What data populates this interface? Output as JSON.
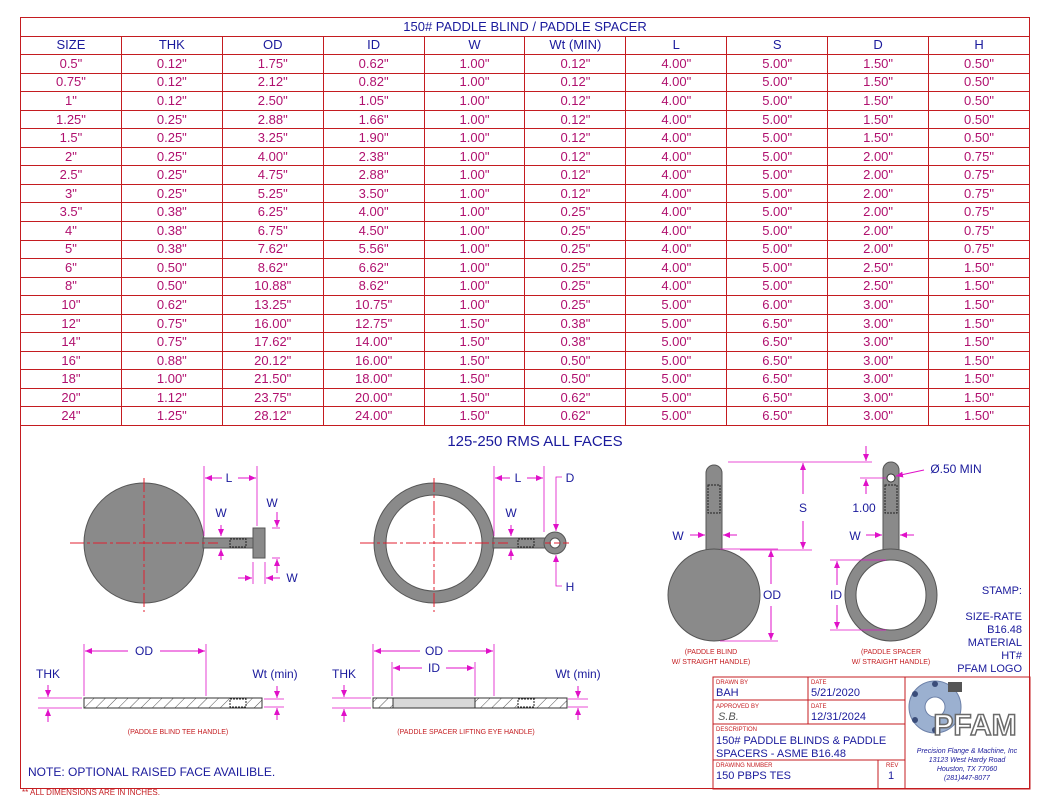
{
  "table": {
    "title": "150# PADDLE BLIND / PADDLE SPACER",
    "headers": [
      "SIZE",
      "THK",
      "OD",
      "ID",
      "W",
      "Wt (MIN)",
      "L",
      "S",
      "D",
      "H"
    ],
    "rows": [
      [
        "0.5\"",
        "0.12\"",
        "1.75\"",
        "0.62\"",
        "1.00\"",
        "0.12\"",
        "4.00\"",
        "5.00\"",
        "1.50\"",
        "0.50\""
      ],
      [
        "0.75\"",
        "0.12\"",
        "2.12\"",
        "0.82\"",
        "1.00\"",
        "0.12\"",
        "4.00\"",
        "5.00\"",
        "1.50\"",
        "0.50\""
      ],
      [
        "1\"",
        "0.12\"",
        "2.50\"",
        "1.05\"",
        "1.00\"",
        "0.12\"",
        "4.00\"",
        "5.00\"",
        "1.50\"",
        "0.50\""
      ],
      [
        "1.25\"",
        "0.25\"",
        "2.88\"",
        "1.66\"",
        "1.00\"",
        "0.12\"",
        "4.00\"",
        "5.00\"",
        "1.50\"",
        "0.50\""
      ],
      [
        "1.5\"",
        "0.25\"",
        "3.25\"",
        "1.90\"",
        "1.00\"",
        "0.12\"",
        "4.00\"",
        "5.00\"",
        "1.50\"",
        "0.50\""
      ],
      [
        "2\"",
        "0.25\"",
        "4.00\"",
        "2.38\"",
        "1.00\"",
        "0.12\"",
        "4.00\"",
        "5.00\"",
        "2.00\"",
        "0.75\""
      ],
      [
        "2.5\"",
        "0.25\"",
        "4.75\"",
        "2.88\"",
        "1.00\"",
        "0.12\"",
        "4.00\"",
        "5.00\"",
        "2.00\"",
        "0.75\""
      ],
      [
        "3\"",
        "0.25\"",
        "5.25\"",
        "3.50\"",
        "1.00\"",
        "0.12\"",
        "4.00\"",
        "5.00\"",
        "2.00\"",
        "0.75\""
      ],
      [
        "3.5\"",
        "0.38\"",
        "6.25\"",
        "4.00\"",
        "1.00\"",
        "0.25\"",
        "4.00\"",
        "5.00\"",
        "2.00\"",
        "0.75\""
      ],
      [
        "4\"",
        "0.38\"",
        "6.75\"",
        "4.50\"",
        "1.00\"",
        "0.25\"",
        "4.00\"",
        "5.00\"",
        "2.00\"",
        "0.75\""
      ],
      [
        "5\"",
        "0.38\"",
        "7.62\"",
        "5.56\"",
        "1.00\"",
        "0.25\"",
        "4.00\"",
        "5.00\"",
        "2.00\"",
        "0.75\""
      ],
      [
        "6\"",
        "0.50\"",
        "8.62\"",
        "6.62\"",
        "1.00\"",
        "0.25\"",
        "4.00\"",
        "5.00\"",
        "2.50\"",
        "1.50\""
      ],
      [
        "8\"",
        "0.50\"",
        "10.88\"",
        "8.62\"",
        "1.00\"",
        "0.25\"",
        "4.00\"",
        "5.00\"",
        "2.50\"",
        "1.50\""
      ],
      [
        "10\"",
        "0.62\"",
        "13.25\"",
        "10.75\"",
        "1.00\"",
        "0.25\"",
        "5.00\"",
        "6.00\"",
        "3.00\"",
        "1.50\""
      ],
      [
        "12\"",
        "0.75\"",
        "16.00\"",
        "12.75\"",
        "1.50\"",
        "0.38\"",
        "5.00\"",
        "6.50\"",
        "3.00\"",
        "1.50\""
      ],
      [
        "14\"",
        "0.75\"",
        "17.62\"",
        "14.00\"",
        "1.50\"",
        "0.38\"",
        "5.00\"",
        "6.50\"",
        "3.00\"",
        "1.50\""
      ],
      [
        "16\"",
        "0.88\"",
        "20.12\"",
        "16.00\"",
        "1.50\"",
        "0.50\"",
        "5.00\"",
        "6.50\"",
        "3.00\"",
        "1.50\""
      ],
      [
        "18\"",
        "1.00\"",
        "21.50\"",
        "18.00\"",
        "1.50\"",
        "0.50\"",
        "5.00\"",
        "6.50\"",
        "3.00\"",
        "1.50\""
      ],
      [
        "20\"",
        "1.12\"",
        "23.75\"",
        "20.00\"",
        "1.50\"",
        "0.62\"",
        "5.00\"",
        "6.50\"",
        "3.00\"",
        "1.50\""
      ],
      [
        "24\"",
        "1.25\"",
        "28.12\"",
        "24.00\"",
        "1.50\"",
        "0.62\"",
        "5.00\"",
        "6.50\"",
        "3.00\"",
        "1.50\""
      ]
    ]
  },
  "finish_note": "125-250 RMS ALL FACES",
  "dims": {
    "L": "L",
    "W": "W",
    "D": "D",
    "H": "H",
    "S": "S",
    "OD": "OD",
    "ID": "ID",
    "THK": "THK",
    "Wt": "Wt (min)",
    "hole": "Ø.50 MIN",
    "one": "1.00"
  },
  "captions": {
    "tee_handle": "(PADDLE BLIND TEE HANDLE)",
    "lifting_eye": "(PADDLE SPACER LIFTING EYE HANDLE)",
    "blind_straight_1": "(PADDLE BLIND",
    "blind_straight_2": "W/ STRAIGHT HANDLE)",
    "spacer_straight_1": "(PADDLE SPACER",
    "spacer_straight_2": "W/ STRAIGHT HANDLE)"
  },
  "stamp": {
    "title": "STAMP:",
    "lines": [
      "SIZE-RATE",
      "B16.48",
      "MATERIAL",
      "HT#",
      "PFAM LOGO"
    ]
  },
  "title_block": {
    "drawn_by_label": "DRAWN BY",
    "drawn_by": "BAH",
    "date_label": "DATE",
    "date1": "5/21/2020",
    "approved_label": "APPROVED BY",
    "approved": "S.B.",
    "date2": "12/31/2024",
    "desc_label": "DESCRIPTION",
    "desc1": "150# PADDLE BLINDS & PADDLE",
    "desc2": "SPACERS - ASME B16.48",
    "dwg_label": "DRAWING NUMBER",
    "dwg": "150 PBPS TES",
    "rev_label": "REV",
    "rev": "1"
  },
  "company": {
    "logo": "PFAM",
    "name": "Precision Flange & Machine, Inc",
    "addr1": "13123 West Hardy Road",
    "addr2": "Houston, TX 77060",
    "phone": "(281)447-8077"
  },
  "notes": {
    "raised_face": "NOTE: OPTIONAL RAISED FACE AVAILIBLE.",
    "all_dims": "** ALL DIMENSIONS ARE IN INCHES."
  },
  "colors": {
    "border": "#c41c20",
    "text": "#1a1a9c",
    "value": "#b0106e",
    "dim": "#e010c8",
    "part": "#8a8a8a"
  }
}
